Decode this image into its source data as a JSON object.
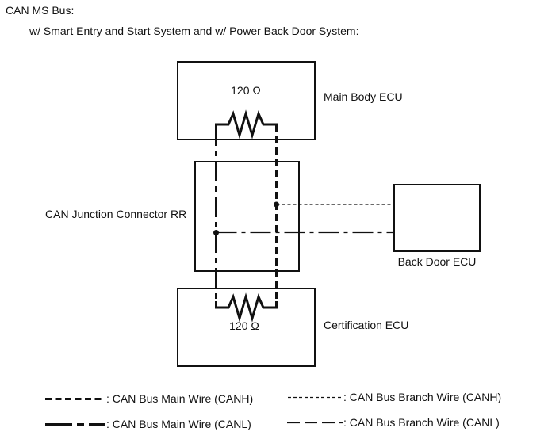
{
  "page": {
    "title": "CAN MS Bus:",
    "subtitle": "w/ Smart Entry and Start System and w/ Power Back Door System:"
  },
  "diagram": {
    "nodes": [
      {
        "id": "main-body-ecu",
        "label": "Main Body ECU"
      },
      {
        "id": "can-junction-connector-rr",
        "label": "CAN Junction Connector RR"
      },
      {
        "id": "certification-ecu",
        "label": "Certification ECU"
      },
      {
        "id": "back-door-ecu",
        "label": "Back Door ECU"
      }
    ],
    "resistors": [
      {
        "value": "120 Ω",
        "inside": "Main Body ECU"
      },
      {
        "value": "120 Ω",
        "inside": "Certification ECU"
      }
    ],
    "wires": [
      {
        "id": "canh-main",
        "style": "thick-dashed"
      },
      {
        "id": "canl-main",
        "style": "thick-dash-dot"
      },
      {
        "id": "canh-branch",
        "style": "thin-dashed"
      },
      {
        "id": "canl-branch",
        "style": "thin-long-dash"
      }
    ]
  },
  "legend": {
    "main_canh": ": CAN Bus Main Wire (CANH)",
    "main_canl": ": CAN Bus Main Wire (CANL)",
    "branch_canh": ": CAN Bus Branch Wire (CANH)",
    "branch_canl": ": CAN Bus Branch Wire (CANL)"
  },
  "colors": {
    "line": "#111111",
    "background": "#ffffff"
  }
}
